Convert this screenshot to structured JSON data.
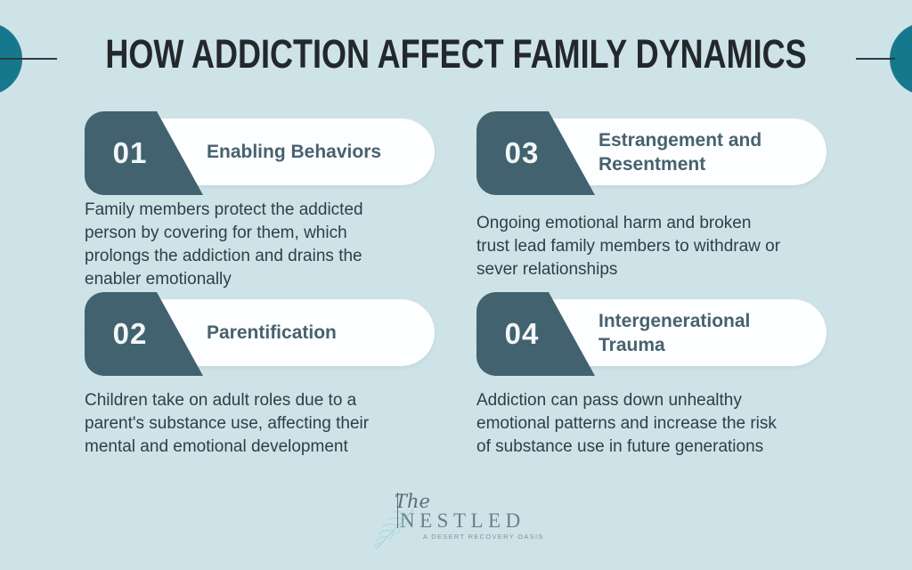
{
  "header": {
    "title": "HOW ADDICTION AFFECT FAMILY DYNAMICS"
  },
  "cards": [
    {
      "number": "01",
      "title": "Enabling Behaviors",
      "description": "Family members protect the addicted\nperson by covering for them, which\nprolongs the addiction and drains the\nenabler emotionally"
    },
    {
      "number": "02",
      "title": "Parentification",
      "description": "Children take on adult roles due to a\nparent's substance use, affecting their\nmental and emotional development"
    },
    {
      "number": "03",
      "title": "Estrangement and\nResentment",
      "description": "Ongoing emotional harm and broken\ntrust lead family members to withdraw or\nsever relationships"
    },
    {
      "number": "04",
      "title": "Intergenerational\nTrauma",
      "description": "Addiction can pass down unhealthy\nemotional patterns and increase the risk\nof substance use in future generations"
    }
  ],
  "logo": {
    "script": "The",
    "name": "NESTLED",
    "tagline": "A DESERT RECOVERY OASIS"
  },
  "colors": {
    "background": "#cee3e8",
    "card_tab": "#41626e",
    "pill_bg": "#fdfeff",
    "accent_circle": "#16788c",
    "heading_text": "#23282c",
    "title_text": "#47626f",
    "body_text": "#2f3e47",
    "line_color": "#2b3b43",
    "number_text": "#f2f6f7",
    "logo_text": "#6e7e89",
    "logo_tagline": "#82929c",
    "logo_accent": "#a5d9dd"
  }
}
